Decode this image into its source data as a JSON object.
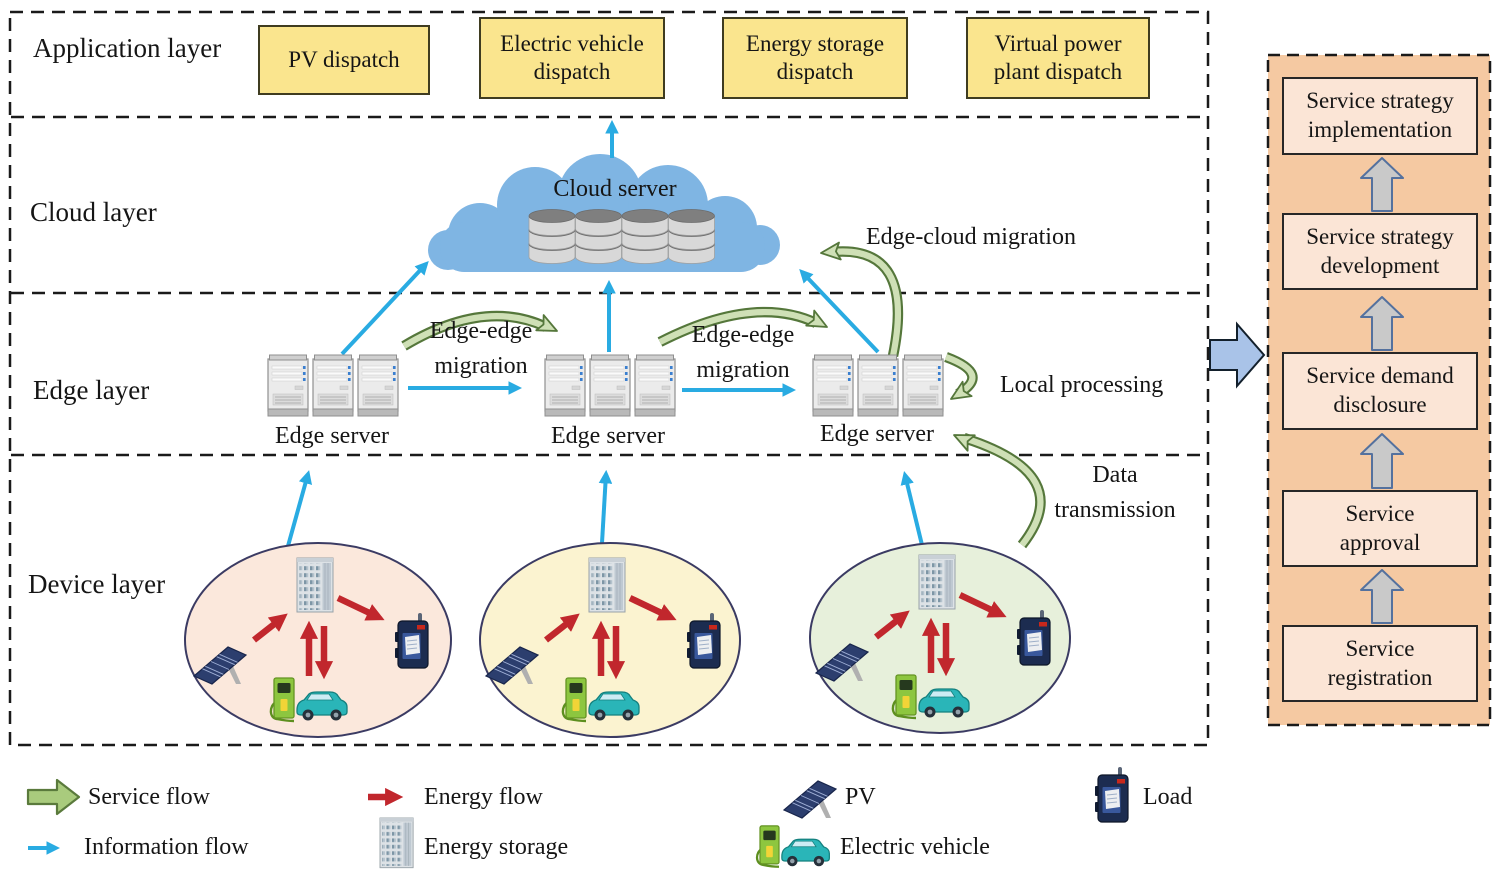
{
  "figure": {
    "layers": [
      {
        "label": "Application layer"
      },
      {
        "label": "Cloud layer"
      },
      {
        "label": "Edge layer"
      },
      {
        "label": "Device layer"
      }
    ],
    "application_boxes": [
      {
        "label": "PV dispatch"
      },
      {
        "label": "Electric vehicle dispatch"
      },
      {
        "label": "Energy storage dispatch"
      },
      {
        "label": "Virtual power plant dispatch"
      }
    ],
    "cloud_label": "Cloud server",
    "edge_server_labels": [
      "Edge server",
      "Edge server",
      "Edge server"
    ],
    "annotations": {
      "edge_edge_migration_1": "Edge-edge migration",
      "edge_edge_migration_2": "Edge-edge migration",
      "edge_cloud_migration": "Edge-cloud migration",
      "local_processing": "Local processing",
      "data_transmission": "Data transmission"
    },
    "service_steps": [
      {
        "label": "Service strategy implementation"
      },
      {
        "label": "Service strategy development"
      },
      {
        "label": "Service demand disclosure"
      },
      {
        "label": "Service approval"
      },
      {
        "label": "Service registration"
      }
    ],
    "legend": {
      "service_flow": "Service flow",
      "information_flow": "Information flow",
      "energy_flow": "Energy flow",
      "energy_storage": "Energy storage",
      "pv": "PV",
      "electric_vehicle": "Electric vehicle",
      "load": "Load"
    },
    "colors": {
      "app_box_fill": "#fae58e",
      "cloud_fill": "#7fb5e3",
      "info_flow_blue": "#29abe2",
      "energy_flow_red": "#c1272d",
      "service_flow_fill": "#cfe0b6",
      "service_flow_stroke": "#55773b",
      "legend_service_arrow_fill": "#a9cb7d",
      "panel_fill": "#f5c9a2",
      "panel_box_fill": "#fbe5d6",
      "ellipse_fills": [
        "#fbe8dc",
        "#fbf3d0",
        "#e7f0db"
      ],
      "step_arrow_fill": "#c9c9c9",
      "transfer_arrow_fill": "#a9c3e8"
    }
  }
}
